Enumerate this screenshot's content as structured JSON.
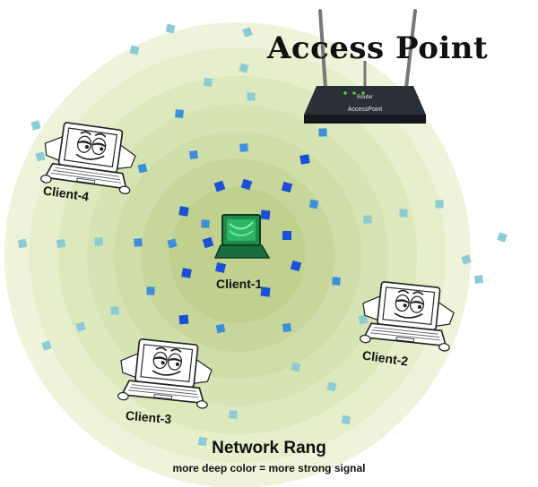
{
  "diagram": {
    "title": "Access Point",
    "router_brand": "Router",
    "router_model": "AccessPoint",
    "clients": {
      "client1": "Client-1",
      "client2": "Client-2",
      "client3": "Client-3",
      "client4": "Client-4"
    },
    "caption": "Network Rang",
    "subcaption": "more deep color = more strong signal"
  },
  "colors": {
    "ring_outer": "#eef3d9",
    "ring_inner": "#c7d69a",
    "signal_strong": "#1a4fd6",
    "signal_medium": "#3c8fd8",
    "signal_weak": "#8ccbd6",
    "laptop_screen": "#1f8a4e"
  },
  "icons": {
    "router": "router-icon",
    "laptop": "cartoon-laptop-icon"
  }
}
